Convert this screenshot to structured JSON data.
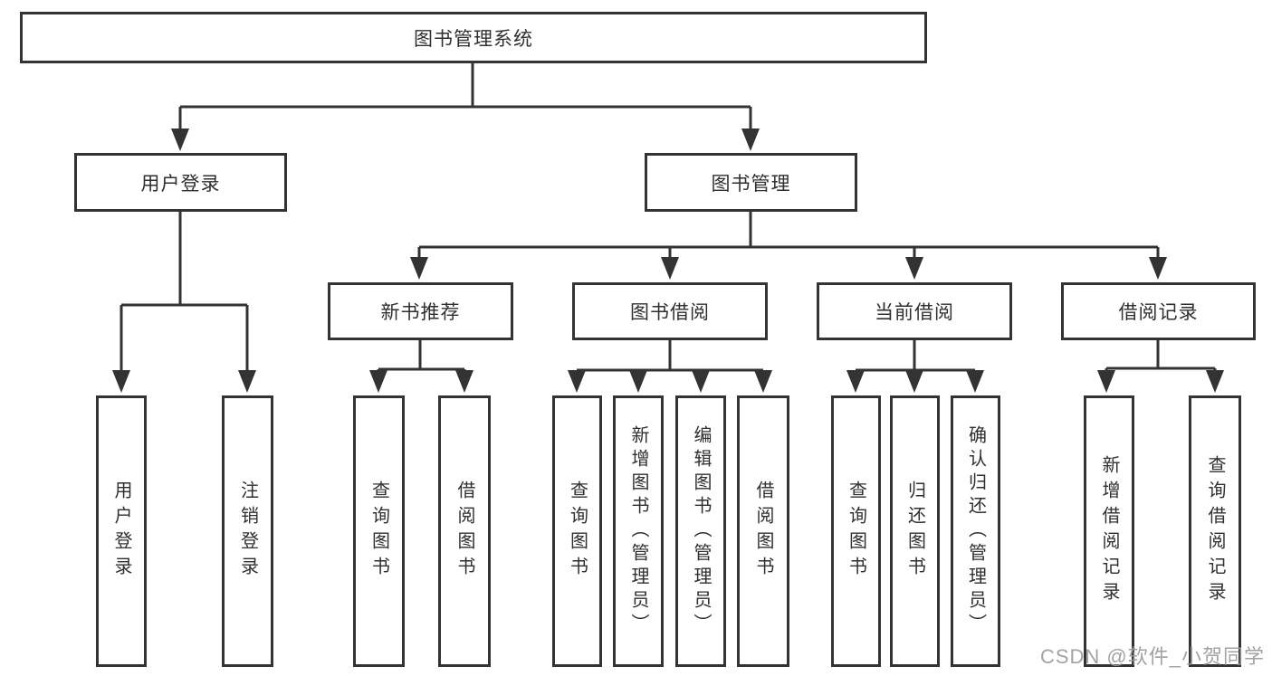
{
  "diagram_title": "图书管理系统",
  "tree": {
    "root": {
      "label": "图书管理系统"
    },
    "level2": [
      {
        "label": "用户登录",
        "parent": "图书管理系统"
      },
      {
        "label": "图书管理",
        "parent": "图书管理系统"
      }
    ],
    "level3": [
      {
        "label": "新书推荐",
        "parent": "图书管理"
      },
      {
        "label": "图书借阅",
        "parent": "图书管理"
      },
      {
        "label": "当前借阅",
        "parent": "图书管理"
      },
      {
        "label": "借阅记录",
        "parent": "图书管理"
      }
    ],
    "leaves": [
      {
        "label": "用户登录",
        "parent": "用户登录"
      },
      {
        "label": "注销登录",
        "parent": "用户登录"
      },
      {
        "label": "查询图书",
        "parent": "新书推荐"
      },
      {
        "label": "借阅图书",
        "parent": "新书推荐"
      },
      {
        "label": "查询图书",
        "parent": "图书借阅"
      },
      {
        "label": "新增图书（管理员）",
        "parent": "图书借阅"
      },
      {
        "label": "编辑图书（管理员）",
        "parent": "图书借阅"
      },
      {
        "label": "借阅图书",
        "parent": "图书借阅"
      },
      {
        "label": "查询图书",
        "parent": "当前借阅"
      },
      {
        "label": "归还图书",
        "parent": "当前借阅"
      },
      {
        "label": "确认归还（管理员）",
        "parent": "当前借阅"
      },
      {
        "label": "新增借阅记录",
        "parent": "借阅记录"
      },
      {
        "label": "查询借阅记录",
        "parent": "借阅记录"
      }
    ]
  },
  "watermark": {
    "text": "CSDN @软件_小贺同学",
    "color": "#9b9b9b"
  },
  "colors": {
    "line": "#333333",
    "box_border": "#333333",
    "box_fill": "#ffffff",
    "text": "#2f2f2f",
    "background": "#ffffff"
  }
}
